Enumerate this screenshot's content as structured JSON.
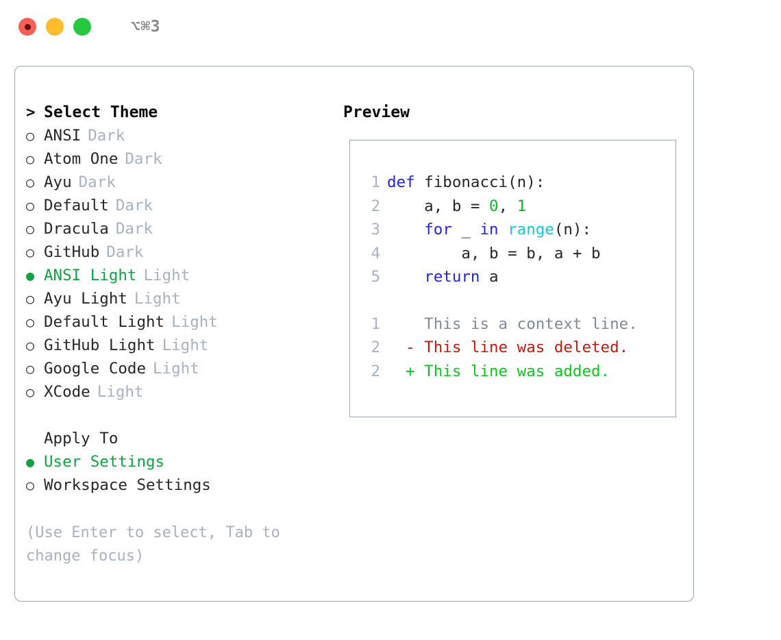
{
  "titlebar": {
    "shortcut": "⌥⌘3",
    "buttons": [
      {
        "name": "close",
        "color": "#fc5e57"
      },
      {
        "name": "minimize",
        "color": "#febc2e"
      },
      {
        "name": "maximize",
        "color": "#27c83f"
      }
    ]
  },
  "theme_list": {
    "header": "Select Theme",
    "caret": ">",
    "radio_empty": "○",
    "radio_filled": "●",
    "items": [
      {
        "label": "ANSI",
        "tag": "Dark",
        "selected": false
      },
      {
        "label": "Atom One",
        "tag": "Dark",
        "selected": false
      },
      {
        "label": "Ayu",
        "tag": "Dark",
        "selected": false
      },
      {
        "label": "Default",
        "tag": "Dark",
        "selected": false
      },
      {
        "label": "Dracula",
        "tag": "Dark",
        "selected": false
      },
      {
        "label": "GitHub",
        "tag": "Dark",
        "selected": false
      },
      {
        "label": "ANSI Light",
        "tag": "Light",
        "selected": true
      },
      {
        "label": "Ayu Light",
        "tag": "Light",
        "selected": false
      },
      {
        "label": "Default Light",
        "tag": "Light",
        "selected": false
      },
      {
        "label": "GitHub Light",
        "tag": "Light",
        "selected": false
      },
      {
        "label": "Google Code",
        "tag": "Light",
        "selected": false
      },
      {
        "label": "XCode",
        "tag": "Light",
        "selected": false
      }
    ]
  },
  "apply_to": {
    "header": "Apply To",
    "items": [
      {
        "label": "User Settings",
        "selected": true
      },
      {
        "label": "Workspace Settings",
        "selected": false
      }
    ]
  },
  "hint": "(Use Enter to select, Tab to change focus)",
  "preview": {
    "title": "Preview",
    "code_lines": [
      {
        "no": "1",
        "tokens": [
          {
            "t": "def",
            "c": "kw"
          },
          {
            "t": " fibonacci(n):",
            "c": "id"
          }
        ]
      },
      {
        "no": "2",
        "tokens": [
          {
            "t": "    a, b = ",
            "c": "id"
          },
          {
            "t": "0",
            "c": "num"
          },
          {
            "t": ", ",
            "c": "id"
          },
          {
            "t": "1",
            "c": "num"
          }
        ]
      },
      {
        "no": "3",
        "tokens": [
          {
            "t": "    ",
            "c": "id"
          },
          {
            "t": "for",
            "c": "kw"
          },
          {
            "t": " _ ",
            "c": "id"
          },
          {
            "t": "in",
            "c": "kw"
          },
          {
            "t": " ",
            "c": "id"
          },
          {
            "t": "range",
            "c": "fn"
          },
          {
            "t": "(n):",
            "c": "id"
          }
        ]
      },
      {
        "no": "4",
        "tokens": [
          {
            "t": "        a, b = b, a + b",
            "c": "id"
          }
        ]
      },
      {
        "no": "5",
        "tokens": [
          {
            "t": "    ",
            "c": "id"
          },
          {
            "t": "return",
            "c": "kw"
          },
          {
            "t": " a",
            "c": "id"
          }
        ]
      }
    ],
    "diff_lines": [
      {
        "no": "1",
        "sign": " ",
        "text": "This is a context line.",
        "kind": "ctx"
      },
      {
        "no": "2",
        "sign": "-",
        "text": "This line was deleted.",
        "kind": "del"
      },
      {
        "no": "2",
        "sign": "+",
        "text": "This line was added.",
        "kind": "add"
      }
    ]
  },
  "colors": {
    "accent_green": "#10a140",
    "muted": "#a8b2c0",
    "border": "#9aa6b4",
    "keyword": "#1f24e8",
    "function": "#0fc8d6",
    "number": "#12b52e",
    "diff_delete": "#c5180c",
    "diff_add": "#12c221"
  }
}
